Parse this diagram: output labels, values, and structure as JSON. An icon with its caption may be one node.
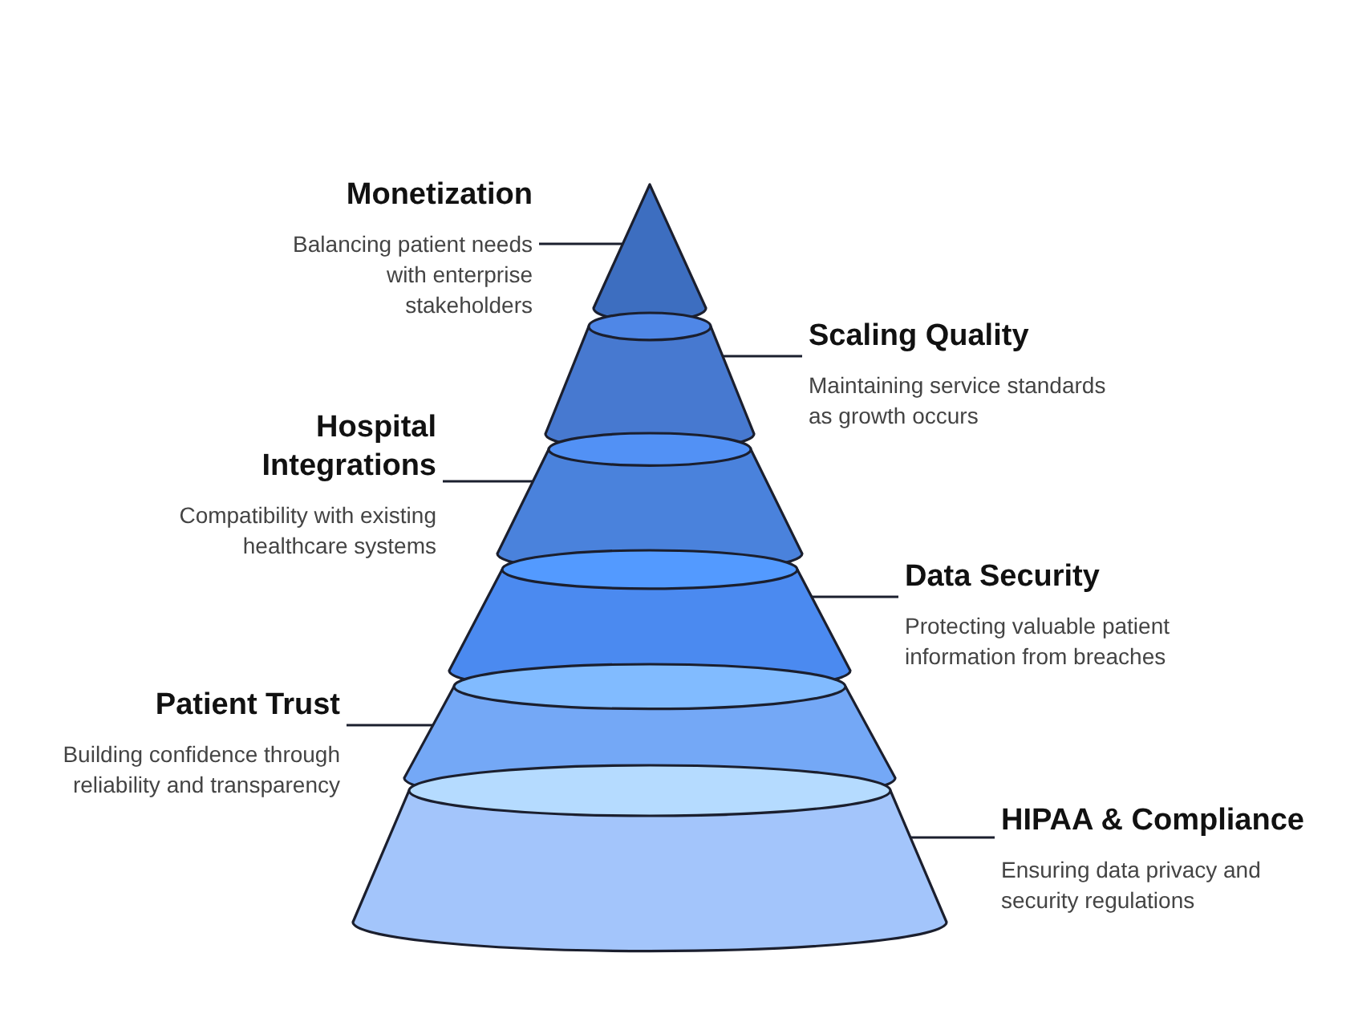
{
  "diagram": {
    "nodes": [
      {
        "text": [
          "Monetization",
          "Balancing patient needs with enterprise stakeholders"
        ]
      },
      {
        "text": [
          "Scaling Quality",
          "Maintaining service standards as growth occurs"
        ]
      },
      {
        "text": [
          "Hospital Integrations",
          "Compatibility with existing healthcare systems"
        ]
      },
      {
        "text": [
          "Data Security",
          "Protecting valuable patient information from breaches"
        ]
      },
      {
        "text": [
          "Patient Trust",
          "Building confidence through reliability and transparency"
        ]
      },
      {
        "text": [
          "HIPAA & Compliance",
          "Ensuring data privacy and security regulations"
        ]
      },
      {
        "text": [],
        "shape": "cone"
      },
      {
        "text": [],
        "shape": "frustum"
      },
      {
        "text": [],
        "shape": "frustum"
      },
      {
        "text": [],
        "shape": "frustum"
      },
      {
        "text": [],
        "shape": "frustum"
      },
      {
        "text": [],
        "shape": "frustum"
      }
    ],
    "edges": [
      {
        "from": 0,
        "to": 6,
        "arrow": "none"
      },
      {
        "from": 1,
        "to": 7,
        "arrow": "none"
      },
      {
        "from": 2,
        "to": 8,
        "arrow": "none"
      },
      {
        "from": 3,
        "to": 9,
        "arrow": "none"
      },
      {
        "from": 4,
        "to": 10,
        "arrow": "none"
      },
      {
        "from": 5,
        "to": 11,
        "arrow": "none"
      }
    ]
  }
}
